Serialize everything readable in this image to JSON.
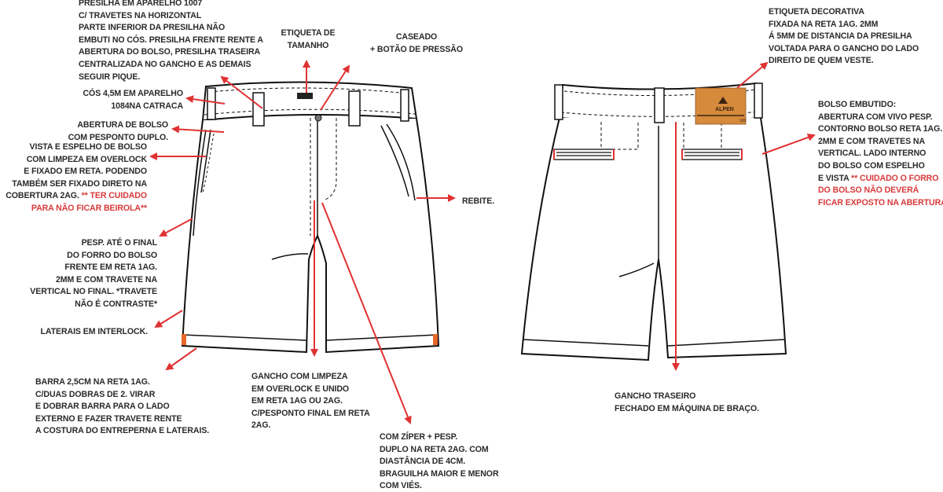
{
  "colors": {
    "arrow": "#e03232",
    "text": "#2a2a2a",
    "warning": "#d93a3a",
    "label_patch": "#d68a3c",
    "hem_tack": "#e8682a"
  },
  "label_patch": {
    "brand": "ALPEN",
    "size": "100"
  },
  "notes": {
    "presilha": [
      "PRESILHA EM APARELHO 1007",
      "C/ TRAVETES NA HORIZONTAL",
      "PARTE INFERIOR DA PRESILHA NÃO",
      "EMBUTI NO CÓS. PRESILHA FRENTE RENTE A",
      "ABERTURA DO BOLSO, PRESILHA TRASEIRA",
      "CENTRALIZADA NO GANCHO E AS DEMAIS",
      "SEGUIR PIQUE."
    ],
    "cos": [
      "CÓS 4,5M EM APARELHO",
      "1084NA CATRACA"
    ],
    "abertura_bolso": [
      "ABERTURA DE BOLSO",
      "COM PESPONTO DUPLO."
    ],
    "vista": [
      "VISTA E ESPELHO DE BOLSO",
      "COM LIMPEZA EM OVERLOCK",
      "E FIXADO EM RETA. PODENDO",
      "TAMBÉM SER FIXADO DIRETO NA"
    ],
    "vista_last": "COBERTURA 2AG. ",
    "vista_warning": [
      "** TER CUIDADO",
      "PARA NÃO FICAR BEIROLA**"
    ],
    "pesp": [
      "PESP. ATÉ O FINAL",
      "DO FORRO DO BOLSO",
      "FRENTE EM RETA 1AG.",
      "2MM E COM TRAVETE NA",
      "VERTICAL NO FINAL. *TRAVETE",
      "NÃO É CONTRASTE*"
    ],
    "laterais": "LATERAIS EM INTERLOCK.",
    "barra": [
      "BARRA 2,5CM NA RETA 1AG.",
      "C/DUAS DOBRAS DE 2. VIRAR",
      "E DOBRAR BARRA PARA O LADO",
      "EXTERNO E FAZER TRAVETE RENTE",
      "A COSTURA DO ENTREPERNA E LATERAIS."
    ],
    "etiqueta_tamanho": [
      "ETIQUETA DE",
      "TAMANHO"
    ],
    "caseado": [
      "CASEADO",
      "+ BOTÃO DE PRESSÃO"
    ],
    "rebite": "REBITE.",
    "gancho": [
      "GANCHO COM LIMPEZA",
      "EM OVERLOCK E UNIDO",
      "EM RETA 1AG OU 2AG.",
      "C/PESPONTO FINAL EM RETA",
      "2AG."
    ],
    "ziper": [
      "COM ZÍPER + PESP.",
      "DUPLO NA RETA 2AG. COM",
      "DIASTÂNCIA DE 4CM.",
      "BRAGUILHA MAIOR E MENOR",
      "COM VIÉS."
    ],
    "gancho_traseiro": [
      "GANCHO TRASEIRO",
      "FECHADO EM MÁQUINA DE BRAÇO."
    ],
    "etiqueta_decorativa": [
      "ETIQUETA DECORATIVA",
      "FIXADA NA RETA 1AG. 2MM",
      "Á 5MM DE DISTANCIA DA PRESILHA",
      "VOLTADA PARA O GANCHO DO LADO",
      "DIREITO DE QUEM VESTE."
    ],
    "bolso_embutido": [
      "BOLSO EMBUTIDO:",
      "ABERTURA COM VIVO PESP.",
      "CONTORNO BOLSO RETA 1AG.",
      "2MM E COM TRAVETES NA",
      "VERTICAL. LADO INTERNO",
      "DO BOLSO COM ESPELHO"
    ],
    "bolso_last": "E VISTA ",
    "bolso_warning": [
      "** CUIDADO O FORRO",
      "DO BOLSO NÃO DEVERÁ",
      "FICAR EXPOSTO NA ABERTURA.**"
    ]
  }
}
